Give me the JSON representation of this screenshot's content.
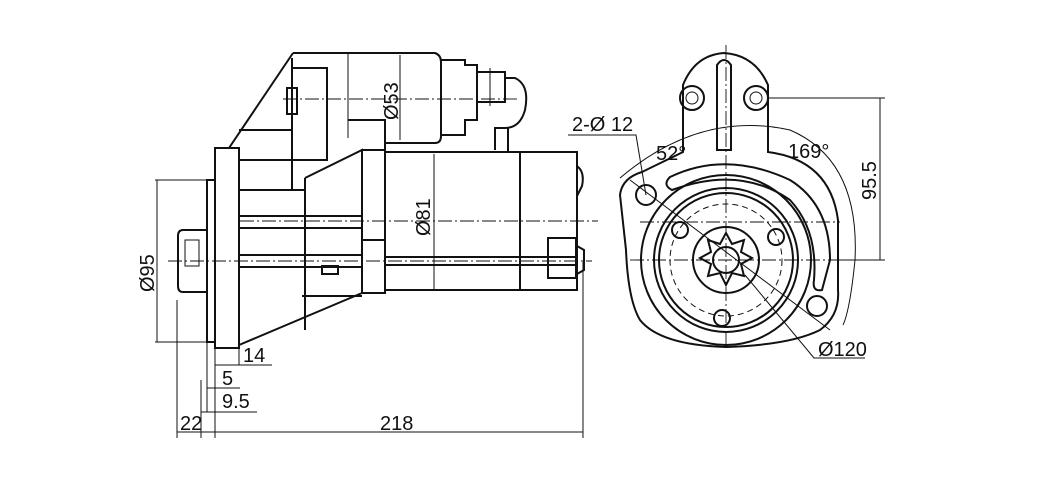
{
  "drawing": {
    "title": "Starter motor dimension drawing",
    "side_view": {
      "dim_solenoid_dia": "Ø53",
      "dim_body_dia": "Ø81",
      "dim_pilot_dia": "Ø95",
      "dim_flange_thickness": "14",
      "dim_pilot_step": "5",
      "dim_pilot_depth": "9.5",
      "dim_pinion_length": "22",
      "dim_overall_length": "218"
    },
    "front_view": {
      "dim_holes": "2-Ø 12",
      "dim_angle_small": "52°",
      "dim_angle_large": "169°",
      "dim_height": "95.5",
      "dim_bolt_circle": "Ø120"
    },
    "line_color": "#111111"
  }
}
